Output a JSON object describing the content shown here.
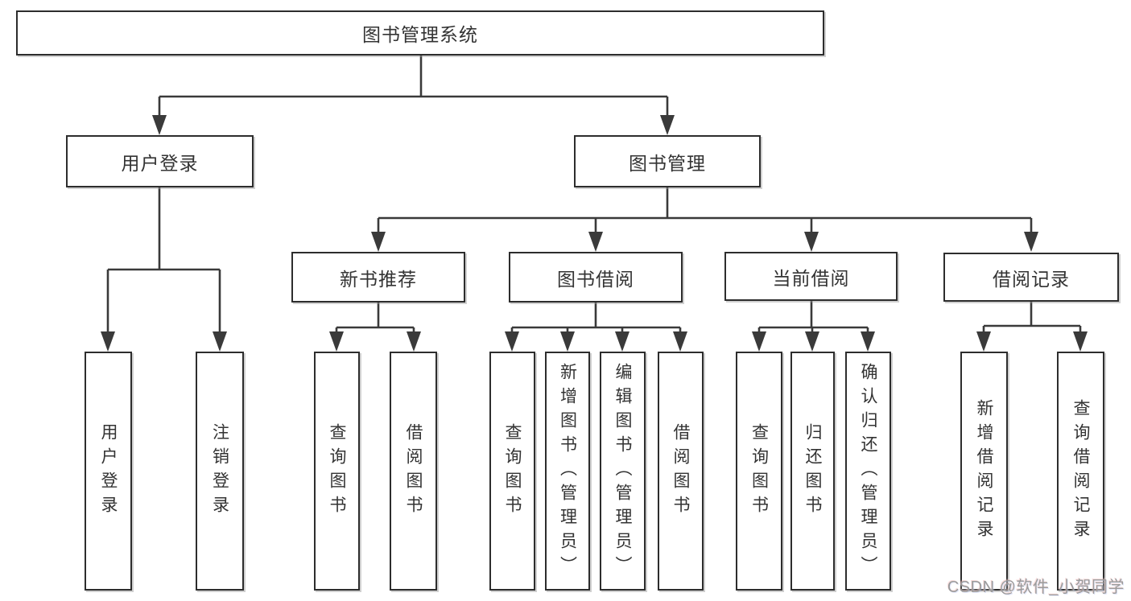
{
  "diagram": {
    "title": "图书管理系统",
    "root": {
      "label": "图书管理系统"
    },
    "level2": [
      {
        "id": "user-login",
        "label": "用户登录"
      },
      {
        "id": "book-management",
        "label": "图书管理"
      }
    ],
    "level3": [
      {
        "id": "new-book-recommend",
        "label": "新书推荐"
      },
      {
        "id": "book-borrow",
        "label": "图书借阅"
      },
      {
        "id": "current-borrow",
        "label": "当前借阅"
      },
      {
        "id": "borrow-records",
        "label": "借阅记录"
      }
    ],
    "leaves": [
      {
        "id": "user-login",
        "parent": "用户登录",
        "label": "用户登录"
      },
      {
        "id": "logout",
        "parent": "用户登录",
        "label": "注销登录"
      },
      {
        "id": "query-books",
        "parent": "新书推荐",
        "label": "查询图书"
      },
      {
        "id": "borrow-books",
        "parent": "新书推荐",
        "label": "借阅图书"
      },
      {
        "id": "query-books",
        "parent": "图书借阅",
        "label": "查询图书"
      },
      {
        "id": "add-books-admin",
        "parent": "图书借阅",
        "label": "新增图书（管理员）"
      },
      {
        "id": "edit-books-admin",
        "parent": "图书借阅",
        "label": "编辑图书（管理员）"
      },
      {
        "id": "borrow-books",
        "parent": "图书借阅",
        "label": "借阅图书"
      },
      {
        "id": "query-books",
        "parent": "当前借阅",
        "label": "查询图书"
      },
      {
        "id": "return-books",
        "parent": "当前借阅",
        "label": "归还图书"
      },
      {
        "id": "confirm-return-admin",
        "parent": "当前借阅",
        "label": "确认归还（管理员）"
      },
      {
        "id": "add-borrow-record",
        "parent": "借阅记录",
        "label": "新增借阅记录"
      },
      {
        "id": "query-borrow-record",
        "parent": "借阅记录",
        "label": "查询借阅记录"
      }
    ],
    "watermark": "CSDN @软件_小贺同学",
    "colors": {
      "line": "#3a3a3a",
      "border": "#2d2d2d",
      "text": "#333333",
      "watermark": "#9b9b9b",
      "background": "#ffffff"
    }
  }
}
